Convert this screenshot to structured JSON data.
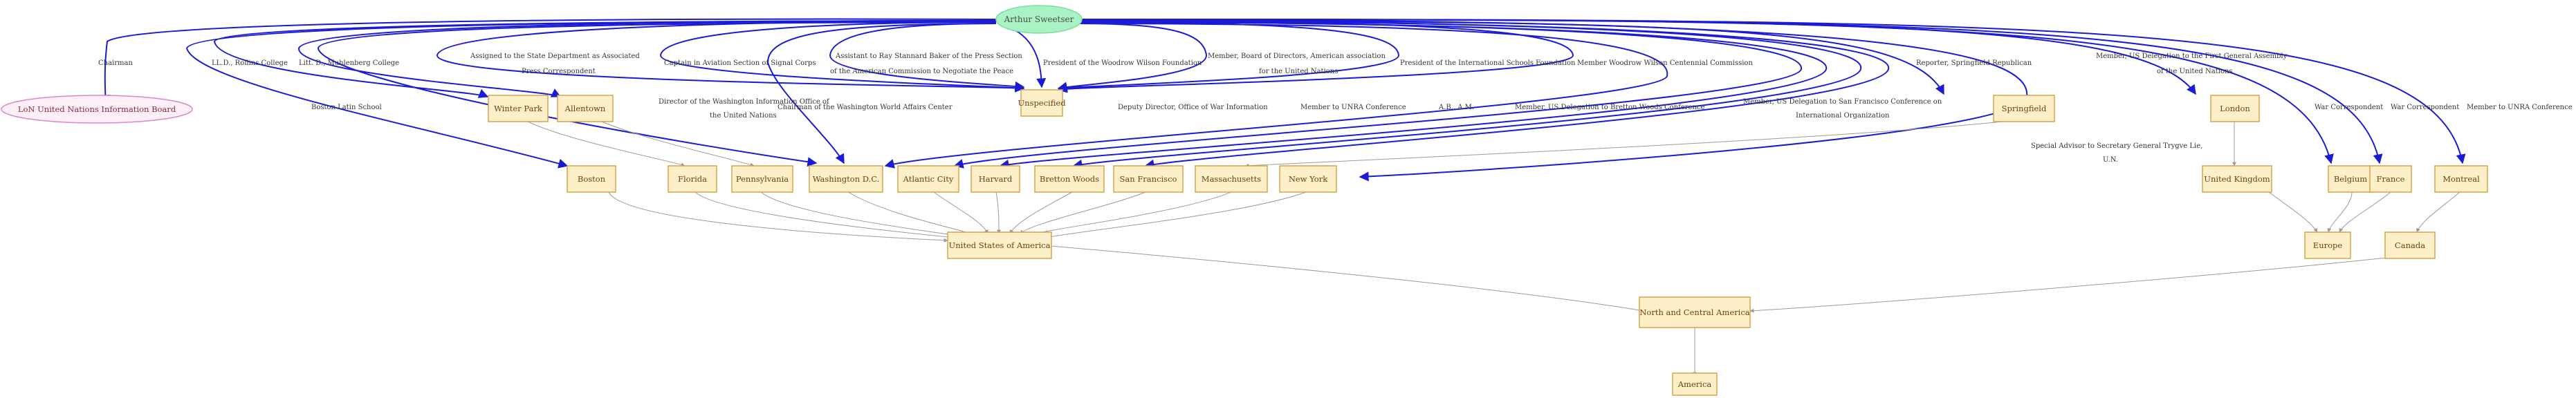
{
  "root": "Arthur Sweetser",
  "nodes": {
    "lon": "LoN United Nations Information Board",
    "unspecified": "Unspecified",
    "winter_park": "Winter Park",
    "allentown": "Allentown",
    "springfield": "Springfield",
    "london": "London",
    "boston": "Boston",
    "florida": "Florida",
    "pennsylvania": "Pennsylvania",
    "washington": "Washington D.C.",
    "atlantic_city": "Atlantic City",
    "harvard": "Harvard",
    "bretton_woods": "Bretton Woods",
    "san_francisco": "San Francisco",
    "massachusetts": "Massachusetts",
    "new_york": "New York",
    "united_kingdom": "United Kingdom",
    "belgium": "Belgium",
    "france": "France",
    "montreal": "Montreal",
    "usa": "United States of America",
    "europe": "Europe",
    "canada": "Canada",
    "north_central_america": "North and Central America",
    "america": "America"
  },
  "edge_labels": {
    "chairman": "Chairman",
    "boston_latin": "Boston Latin School",
    "lld_rollins": "LL.D.,   Rollins   College",
    "litd_muhlenberg": "Litt. D.,   Muhlenberg  College",
    "state_dept_1": "Assigned to the State Department as  Associated",
    "state_dept_2": "Press Correspondent",
    "signal_corps": "Captain in Aviation Section of Signal Corps",
    "baker_1": "Assistant to Ray Stannard Baker of   the Press Section",
    "baker_2": "of the   American   Commission to Negotiate   the Peace",
    "wilson_foundation": "President of the Woodrow Wilson Foundation",
    "board_1": "Member,    Board of Directors,   American   association",
    "board_2": "for the United   Nations",
    "intl_schools": "President of the International Schools Foundation",
    "wilson_centennial": "Member Woodrow Wilson Centennial Commission",
    "reporter": "Reporter, Springfield Republican",
    "first_ga_1": "Member,   US Delegation to the First General   Assembly",
    "first_ga_2": "of the   United   Nations",
    "director_1": "Director of the Washington  Information Office of",
    "director_2": "the United Nations",
    "chairman_wwac": "Chairman of the Washington World Affairs Center",
    "deputy_owi": "Deputy Director,    Office of War  Information",
    "unra_conf": "Member to UNRA Conference",
    "ab_am": "A.B., A.M.",
    "bretton_conf": "Member,   US Delegation to Bretton   Woods   Conference",
    "sf_conf_1": "Member,   US Delegation to San  Francisco   Conference on",
    "sf_conf_2": "International    Organization",
    "special_advisor_1": "Special Advisor to Secretary General   Trygve Lie,",
    "special_advisor_2": "U.N.",
    "war_corr_1": "War Correspondent",
    "war_corr_2": "War Correspondent",
    "unra_conf_2": "Member to UNRA Conference"
  },
  "colors": {
    "node_fill": "#fdf0c8",
    "node_stroke": "#d9a34a",
    "root_fill": "#a8f2c4",
    "pink_fill": "#fdeef8",
    "blue_edge": "#1b1bd6",
    "gray_edge": "#9a9a9a"
  }
}
